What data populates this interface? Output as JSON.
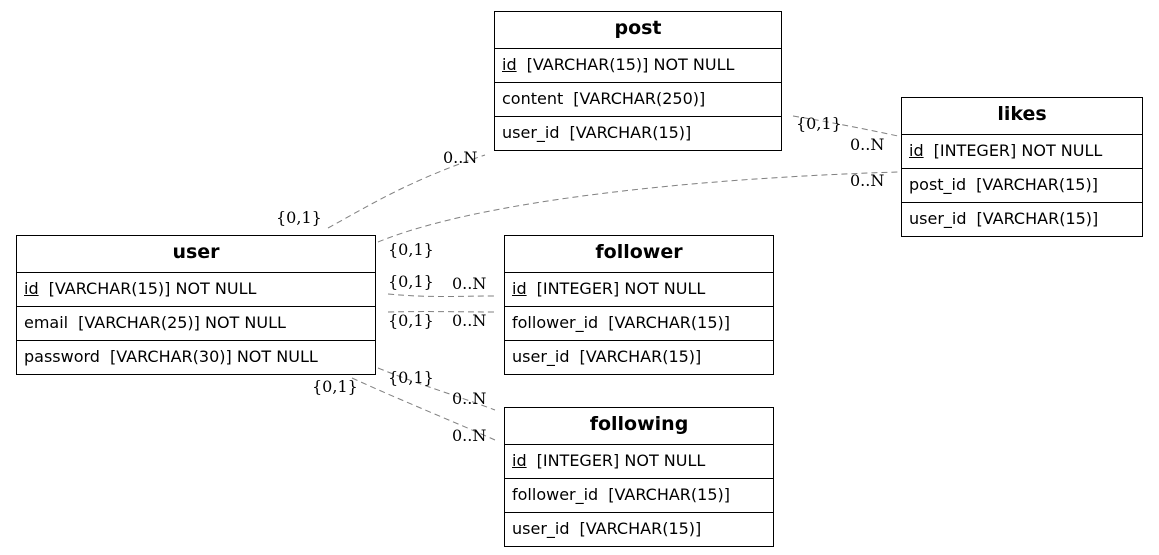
{
  "entities": {
    "post": {
      "name": "post",
      "fields": [
        {
          "name": "id",
          "type": "[VARCHAR(15)] NOT NULL",
          "pk": true
        },
        {
          "name": "content",
          "type": "[VARCHAR(250)]",
          "pk": false
        },
        {
          "name": "user_id",
          "type": "[VARCHAR(15)]",
          "pk": false
        }
      ]
    },
    "likes": {
      "name": "likes",
      "fields": [
        {
          "name": "id",
          "type": "[INTEGER] NOT NULL",
          "pk": true
        },
        {
          "name": "post_id",
          "type": "[VARCHAR(15)]",
          "pk": false
        },
        {
          "name": "user_id",
          "type": "[VARCHAR(15)]",
          "pk": false
        }
      ]
    },
    "user": {
      "name": "user",
      "fields": [
        {
          "name": "id",
          "type": "[VARCHAR(15)] NOT NULL",
          "pk": true
        },
        {
          "name": "email",
          "type": "[VARCHAR(25)] NOT NULL",
          "pk": false
        },
        {
          "name": "password",
          "type": "[VARCHAR(30)] NOT NULL",
          "pk": false
        }
      ]
    },
    "follower": {
      "name": "follower",
      "fields": [
        {
          "name": "id",
          "type": "[INTEGER] NOT NULL",
          "pk": true
        },
        {
          "name": "follower_id",
          "type": "[VARCHAR(15)]",
          "pk": false
        },
        {
          "name": "user_id",
          "type": "[VARCHAR(15)]",
          "pk": false
        }
      ]
    },
    "following": {
      "name": "following",
      "fields": [
        {
          "name": "id",
          "type": "[INTEGER] NOT NULL",
          "pk": true
        },
        {
          "name": "follower_id",
          "type": "[VARCHAR(15)]",
          "pk": false
        },
        {
          "name": "user_id",
          "type": "[VARCHAR(15)]",
          "pk": false
        }
      ]
    }
  },
  "relationships": [
    {
      "from": "user",
      "to": "post",
      "from_card": "{0,1}",
      "to_card": "0..N"
    },
    {
      "from": "post",
      "to": "likes",
      "from_card": "{0,1}",
      "to_card": "0..N"
    },
    {
      "from": "user",
      "to": "likes",
      "from_card": "{0,1}",
      "to_card": "0..N"
    },
    {
      "from": "user",
      "to": "follower",
      "from_card": "{0,1}",
      "to_card": "0..N"
    },
    {
      "from": "user",
      "to": "follower",
      "from_card": "{0,1}",
      "to_card": "0..N"
    },
    {
      "from": "user",
      "to": "following",
      "from_card": "{0,1}",
      "to_card": "0..N"
    },
    {
      "from": "user",
      "to": "following",
      "from_card": "{0,1}",
      "to_card": "0..N"
    }
  ],
  "colors": {
    "line": "#808080",
    "border": "#000000"
  }
}
